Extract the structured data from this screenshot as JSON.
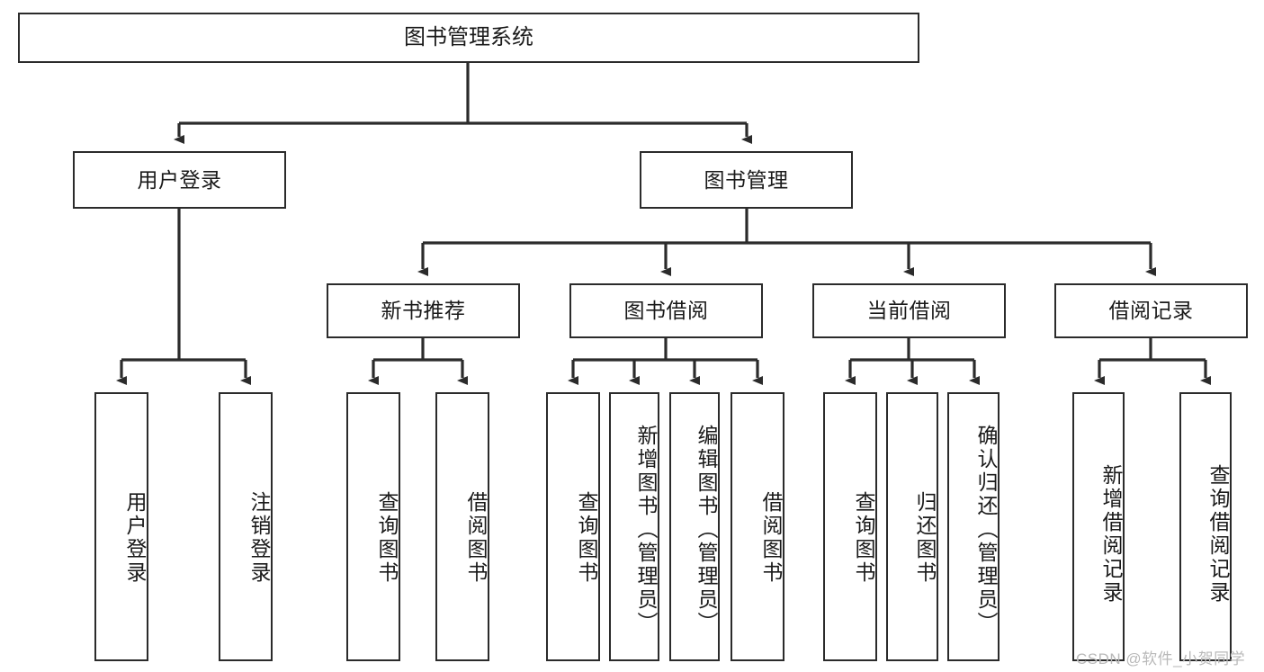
{
  "diagram": {
    "type": "tree-hierarchy-chart",
    "title": "图书管理系统",
    "watermark": "CSDN @软件_小贺同学",
    "colors": {
      "stroke": "#2b2b2b",
      "fill": "#ffffff",
      "text": "#1a1a1a",
      "watermark": "#b9b9b9"
    },
    "nodes": {
      "root": {
        "label": "图书管理系统",
        "level": 1
      },
      "level2": [
        {
          "id": "user-login",
          "label": "用户登录"
        },
        {
          "id": "book-management",
          "label": "图书管理"
        }
      ],
      "level3": [
        {
          "id": "new-book-recommend",
          "label": "新书推荐"
        },
        {
          "id": "book-borrow",
          "label": "图书借阅"
        },
        {
          "id": "current-borrow",
          "label": "当前借阅"
        },
        {
          "id": "borrow-record",
          "label": "借阅记录"
        }
      ],
      "leaves": {
        "user-login": [
          {
            "id": "leaf-user-login",
            "label": "用户登录"
          },
          {
            "id": "leaf-logout-login",
            "label": "注销登录"
          }
        ],
        "new-book-recommend": [
          {
            "id": "leaf-query-book-1",
            "label": "查询图书"
          },
          {
            "id": "leaf-borrow-book-1",
            "label": "借阅图书"
          }
        ],
        "book-borrow": [
          {
            "id": "leaf-query-book-2",
            "label": "查询图书"
          },
          {
            "id": "leaf-add-book",
            "label": "新增图书（管理员）"
          },
          {
            "id": "leaf-edit-book",
            "label": "编辑图书（管理员）"
          },
          {
            "id": "leaf-borrow-book-2",
            "label": "借阅图书"
          }
        ],
        "current-borrow": [
          {
            "id": "leaf-query-book-3",
            "label": "查询图书"
          },
          {
            "id": "leaf-return-book",
            "label": "归还图书"
          },
          {
            "id": "leaf-confirm-return",
            "label": "确认归还（管理员）"
          }
        ],
        "borrow-record": [
          {
            "id": "leaf-add-record",
            "label": "新增借阅记录"
          },
          {
            "id": "leaf-query-record",
            "label": "查询借阅记录"
          }
        ]
      }
    }
  }
}
